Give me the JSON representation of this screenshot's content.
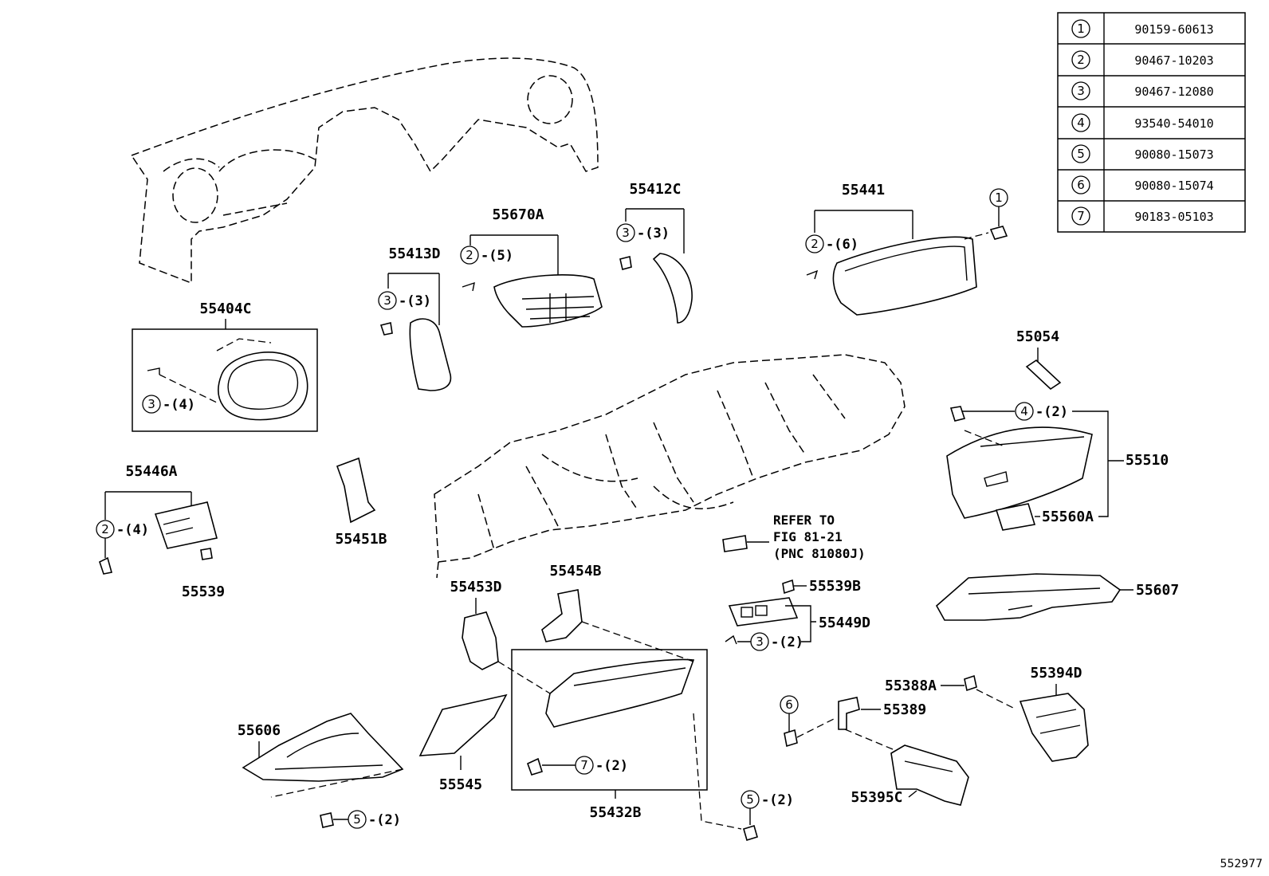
{
  "legend": [
    {
      "ref": "1",
      "part": "90159-60613"
    },
    {
      "ref": "2",
      "part": "90467-10203"
    },
    {
      "ref": "3",
      "part": "90467-12080"
    },
    {
      "ref": "4",
      "part": "93540-54010"
    },
    {
      "ref": "5",
      "part": "90080-15073"
    },
    {
      "ref": "6",
      "part": "90080-15074"
    },
    {
      "ref": "7",
      "part": "90183-05103"
    }
  ],
  "labels": {
    "p55404C": "55404C",
    "p55413D": "55413D",
    "p55670A": "55670A",
    "p55412C": "55412C",
    "p55441": "55441",
    "p55054": "55054",
    "p55510": "55510",
    "p55560A": "55560A",
    "p55446A": "55446A",
    "p55539": "55539",
    "p55451B": "55451B",
    "p55453D": "55453D",
    "p55454B": "55454B",
    "p55539B": "55539B",
    "p55449D": "55449D",
    "p55607": "55607",
    "p55606": "55606",
    "p55545": "55545",
    "p55432B": "55432B",
    "p55388A": "55388A",
    "p55389": "55389",
    "p55394D": "55394D",
    "p55395C": "55395C"
  },
  "callouts": {
    "c1": {
      "ref": "1",
      "qty": ""
    },
    "c2a": {
      "ref": "2",
      "qty": "-(5)"
    },
    "c3a": {
      "ref": "3",
      "qty": "-(3)"
    },
    "c3b": {
      "ref": "3",
      "qty": "-(3)"
    },
    "c2b": {
      "ref": "2",
      "qty": "-(6)"
    },
    "c3c": {
      "ref": "3",
      "qty": "-(4)"
    },
    "c4": {
      "ref": "4",
      "qty": "-(2)"
    },
    "c2c": {
      "ref": "2",
      "qty": "-(4)"
    },
    "c3d": {
      "ref": "3",
      "qty": "-(2)"
    },
    "c7": {
      "ref": "7",
      "qty": "-(2)"
    },
    "c5a": {
      "ref": "5",
      "qty": "-(2)"
    },
    "c5b": {
      "ref": "5",
      "qty": "-(2)"
    },
    "c6": {
      "ref": "6",
      "qty": ""
    }
  },
  "refer": {
    "line1": "REFER TO",
    "line2": "FIG 81-21",
    "line3": "(PNC 81080J)"
  },
  "figure_id": "552977"
}
